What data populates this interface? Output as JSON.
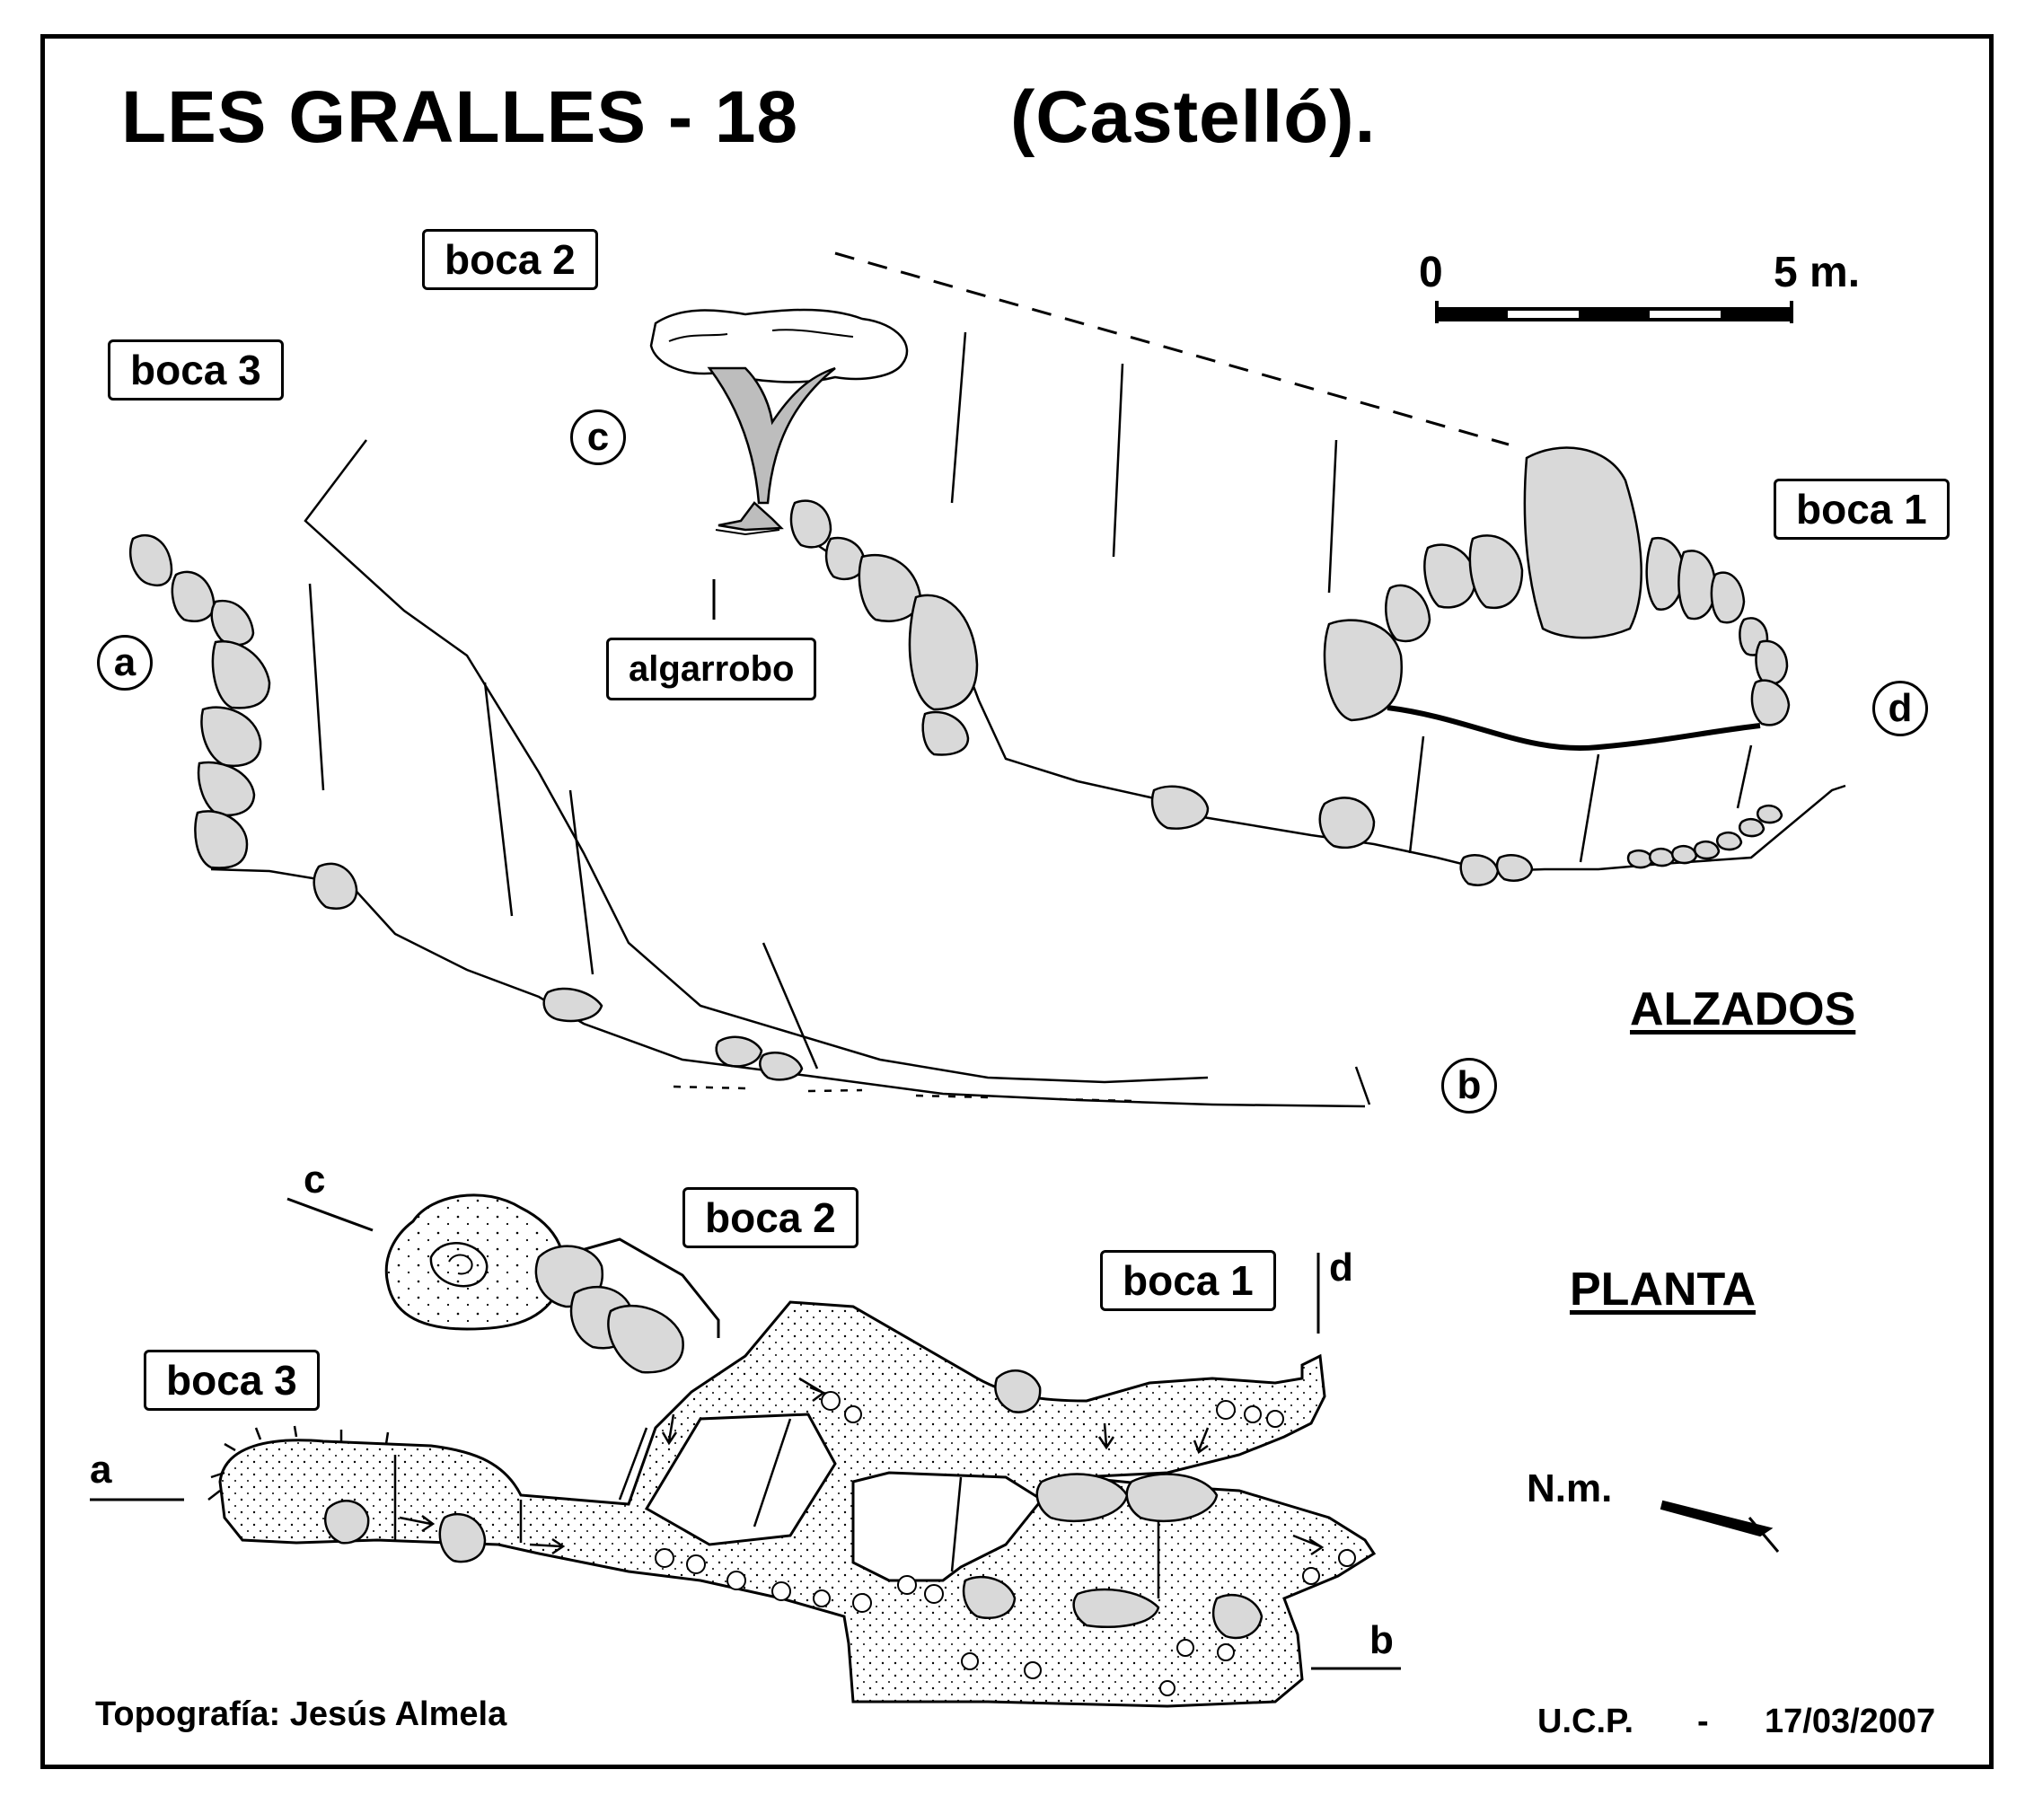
{
  "title": "LES  GRALLES - 18",
  "region": "(Castelló).",
  "scale": {
    "start": "0",
    "end": "5 m."
  },
  "alzados": {
    "heading": "ALZADOS",
    "boca_1": "boca 1",
    "boca_2": "boca 2",
    "boca_3": "boca 3",
    "tree_label": "algarrobo",
    "points": {
      "a": "a",
      "b": "b",
      "c": "c",
      "d": "d"
    }
  },
  "planta": {
    "heading": "PLANTA",
    "boca_1": "boca 1",
    "boca_2": "boca 2",
    "boca_3": "boca 3",
    "cuts": {
      "a": "a",
      "b": "b",
      "c": "c",
      "d": "d"
    },
    "north": "N.m."
  },
  "footer": {
    "author": "Topografía:  Jesús Almela",
    "group": "U.C.P.",
    "separator": "-",
    "date": "17/03/2007"
  },
  "colors": {
    "ink": "#000000",
    "stone_fill": "#d9d9d9",
    "paper": "#ffffff"
  }
}
